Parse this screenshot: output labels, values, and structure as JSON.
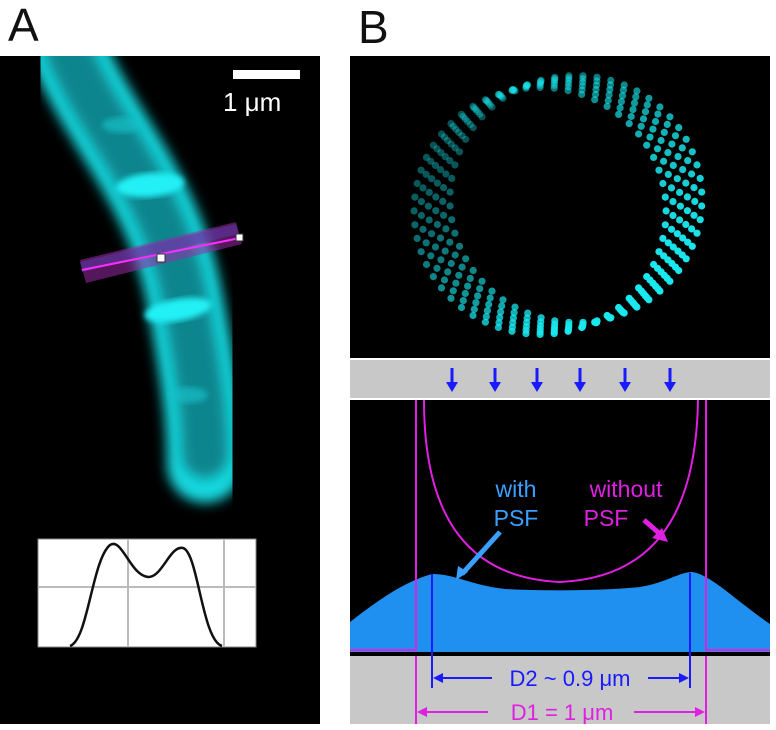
{
  "panels": {
    "a": {
      "letter": "A"
    },
    "b": {
      "letter": "B"
    }
  },
  "scale_bar": {
    "label": "1 μm"
  },
  "psf_labels": {
    "with_line1": "with",
    "with_line2": "PSF",
    "without_line1": "without",
    "without_line2": "PSF"
  },
  "dimensions": {
    "d2": "D2 ~ 0.9 μm",
    "d1": "D1 = 1 μm"
  },
  "colors": {
    "cell_cyan": "#19e8ee",
    "magenta": "#e020e0",
    "blue_arrows": "#1a1aff",
    "psf_fill": "#2090f0",
    "gray_band": "#c8c8c8"
  }
}
